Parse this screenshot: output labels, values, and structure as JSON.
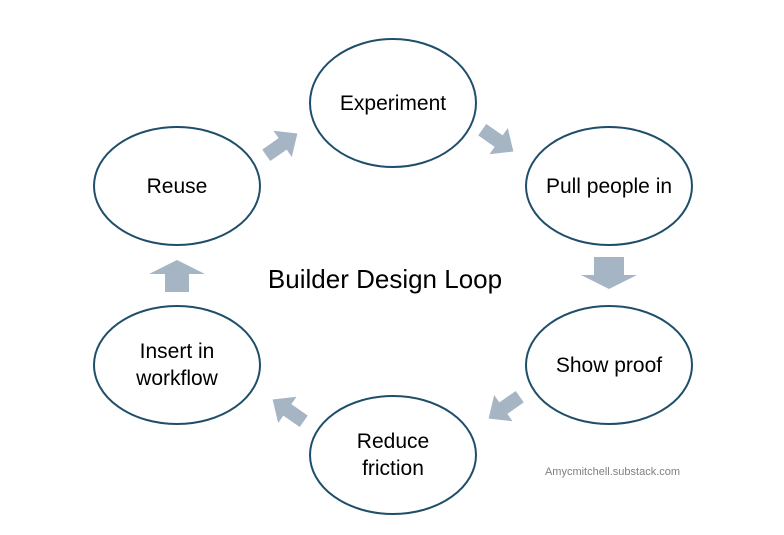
{
  "title": "Builder Design Loop",
  "nodes": {
    "experiment": "Experiment",
    "pull_people_in": "Pull people in",
    "show_proof": "Show proof",
    "reduce_friction": "Reduce friction",
    "insert_in_workflow": "Insert in workflow",
    "reuse": "Reuse"
  },
  "watermark": "Amycmitchell.substack.com",
  "colors": {
    "ellipse_stroke": "#1f4e6b",
    "arrow_fill": "#a6b5c4",
    "text": "#000000",
    "watermark": "#7f7f7f"
  },
  "icons": [
    "arrow-icon"
  ]
}
